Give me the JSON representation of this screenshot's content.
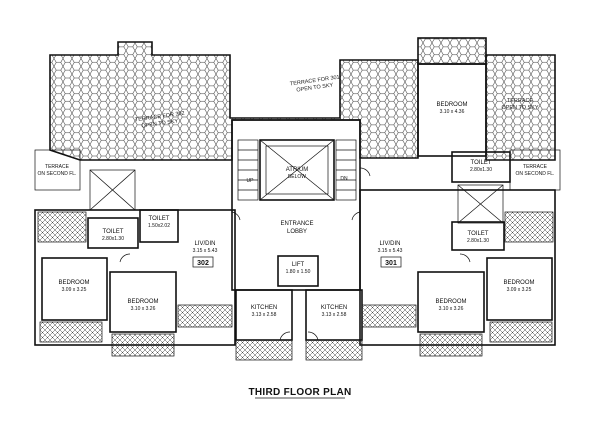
{
  "plan": {
    "title": "THIRD FLOOR PLAN",
    "units": {
      "left": "302",
      "right": "301"
    },
    "terraces": {
      "big_left": [
        "TERRACE FOR 302",
        "OPEN TO SKY"
      ],
      "big_mid": [
        "TERRACE FOR 301",
        "OPEN TO SKY"
      ],
      "right_top": [
        "TERRACE",
        "OPEN TO SKY"
      ],
      "second_left": [
        "TERRACE",
        "ON SECOND FL."
      ],
      "second_right": [
        "TERRACE",
        "ON SECOND FL."
      ]
    },
    "rooms": {
      "bedroom_top_right": {
        "name": "BEDROOM",
        "dim": "3.10 x 4.36"
      },
      "toilet_top_right": {
        "name": "TOILET",
        "dim": "2.80x1.30"
      },
      "atrium": {
        "name": "ATRIUM",
        "sub": "BELOW"
      },
      "up": "UP",
      "dn": "DN",
      "lobby": {
        "name": "ENTRANCE",
        "sub": "LOBBY"
      },
      "lift": {
        "name": "LIFT",
        "dim": "1.80 x 1.50"
      },
      "toilet_left_small": {
        "name": "TOILET",
        "dim": "1.50x2.02"
      },
      "toilet_left": {
        "name": "TOILET",
        "dim": "2.80x1.30"
      },
      "toilet_right": {
        "name": "TOILET",
        "dim": "2.80x1.30"
      },
      "livdin_left": {
        "name": "LIV/DIN",
        "dim": "3.15 x 5.43"
      },
      "livdin_right": {
        "name": "LIV/DIN",
        "dim": "3.15 x 5.43"
      },
      "bedroom_left_outer": {
        "name": "BEDROOM",
        "dim": "3.09 x 3.25"
      },
      "bedroom_left_inner": {
        "name": "BEDROOM",
        "dim": "3.10 x 3.26"
      },
      "kitchen_left": {
        "name": "KITCHEN",
        "dim": "3.13 x 2.58"
      },
      "kitchen_right": {
        "name": "KITCHEN",
        "dim": "3.13 x 2.58"
      },
      "bedroom_right_inner": {
        "name": "BEDROOM",
        "dim": "3.10 x 3.26"
      },
      "bedroom_right_outer": {
        "name": "BEDROOM",
        "dim": "3.09 x 3.25"
      }
    }
  }
}
